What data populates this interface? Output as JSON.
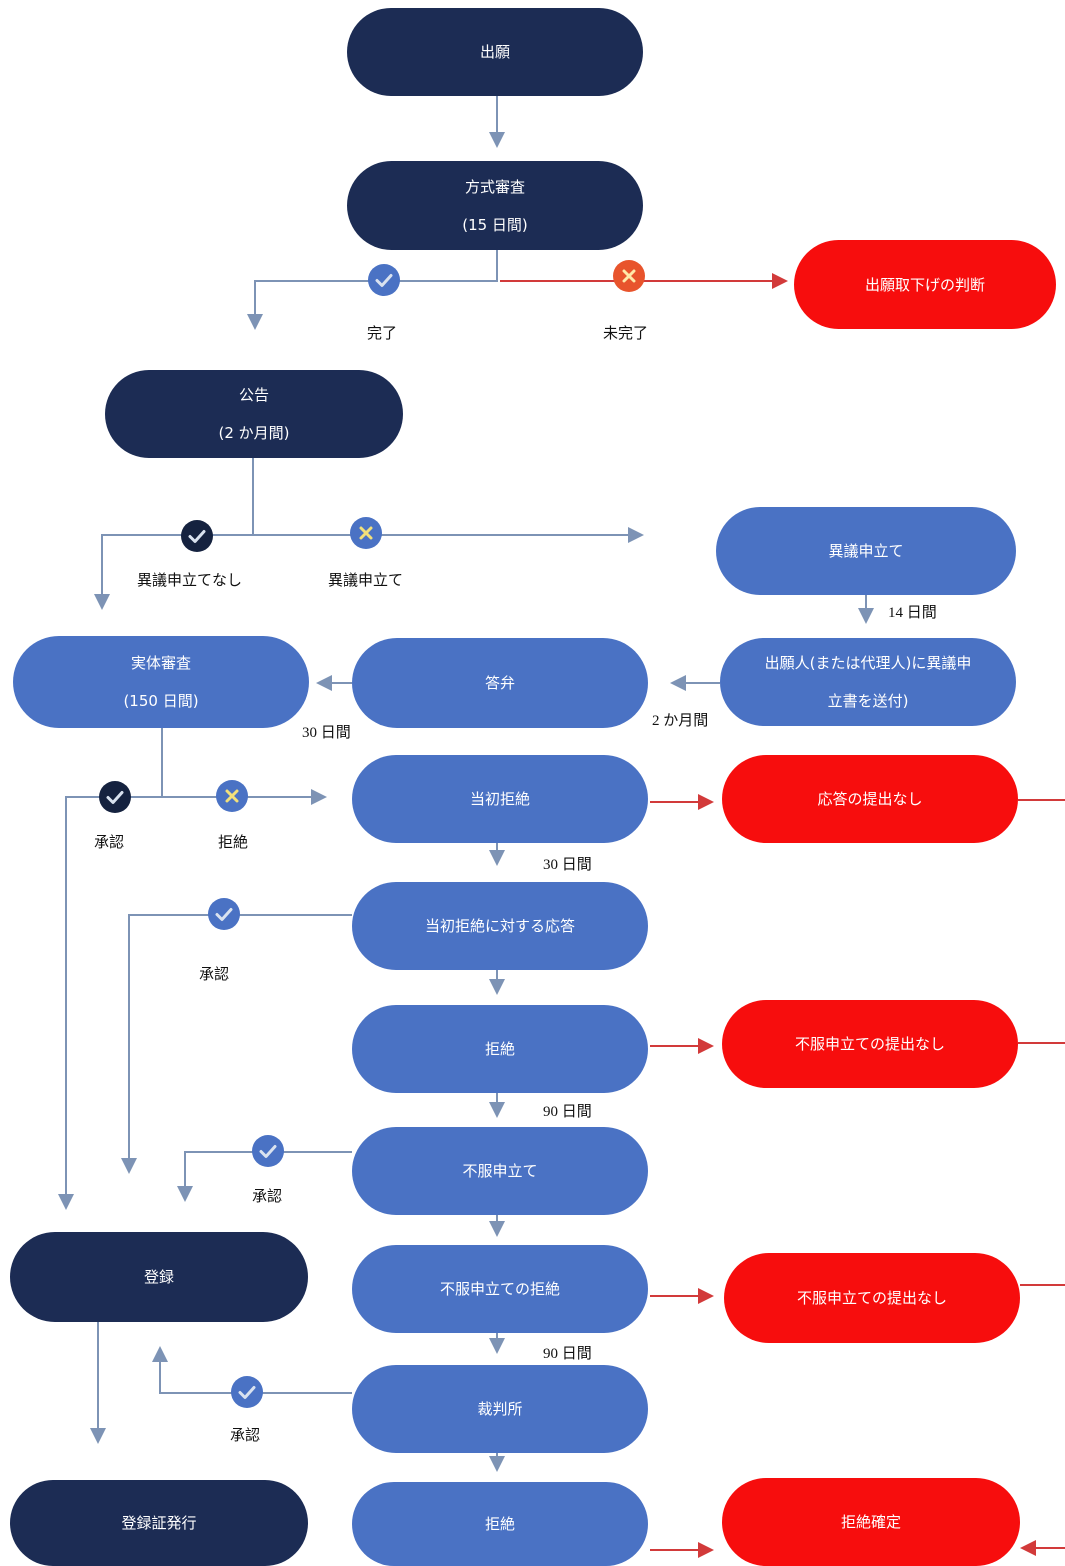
{
  "colors": {
    "dark": "#1c2c54",
    "blue": "#4a72c4",
    "red": "#f70d0d",
    "line": "#7d93b5",
    "red_line": "#d23a3a"
  },
  "nodes": {
    "filing": "出願",
    "formal_exam": {
      "title": "方式審査",
      "duration": "(15 日間)"
    },
    "withdraw_decision": "出願取下げの判断",
    "publication": {
      "title": "公告",
      "duration": "(2 か月間)"
    },
    "opposition": "異議申立て",
    "send_opposition": {
      "line1": "出願人(または代理人)に異議申",
      "line2": "立書を送付)"
    },
    "answer": "答弁",
    "substantive_exam": {
      "title": "実体審査",
      "duration": "(150 日間)"
    },
    "initial_rejection": "当初拒絶",
    "no_response": "応答の提出なし",
    "response_to_rejection": "当初拒絶に対する応答",
    "rejection_1": "拒絶",
    "no_appeal_1": "不服申立ての提出なし",
    "appeal": "不服申立て",
    "registration": "登録",
    "appeal_rejection": "不服申立ての拒絶",
    "no_appeal_2": "不服申立ての提出なし",
    "court": "裁判所",
    "certificate": "登録証発行",
    "rejection_2": "拒絶",
    "rejection_final": "拒絶確定"
  },
  "labels": {
    "complete": "完了",
    "incomplete": "未完了",
    "no_opposition": "異議申立てなし",
    "opposition_filed": "異議申立て",
    "days_14": "14 日間",
    "months_2": "2 か月間",
    "days_30_a": "30 日間",
    "approve_1": "承認",
    "reject_1": "拒絶",
    "days_30_b": "30 日間",
    "approve_2": "承認",
    "days_90_a": "90 日間",
    "approve_3": "承認",
    "days_90_b": "90 日間",
    "approve_4": "承認"
  },
  "badges": [
    {
      "id": "formal-complete",
      "kind": "check",
      "style": "blue"
    },
    {
      "id": "formal-incomplete",
      "kind": "cross",
      "style": "orange"
    },
    {
      "id": "no-opposition",
      "kind": "check",
      "style": "dark"
    },
    {
      "id": "opposition-filed",
      "kind": "cross",
      "style": "blue"
    },
    {
      "id": "substantive-approve",
      "kind": "check",
      "style": "dark"
    },
    {
      "id": "substantive-reject",
      "kind": "cross",
      "style": "blue"
    },
    {
      "id": "response-approve",
      "kind": "check",
      "style": "blue"
    },
    {
      "id": "appeal-approve",
      "kind": "check",
      "style": "blue"
    },
    {
      "id": "court-approve",
      "kind": "check",
      "style": "blue"
    }
  ]
}
